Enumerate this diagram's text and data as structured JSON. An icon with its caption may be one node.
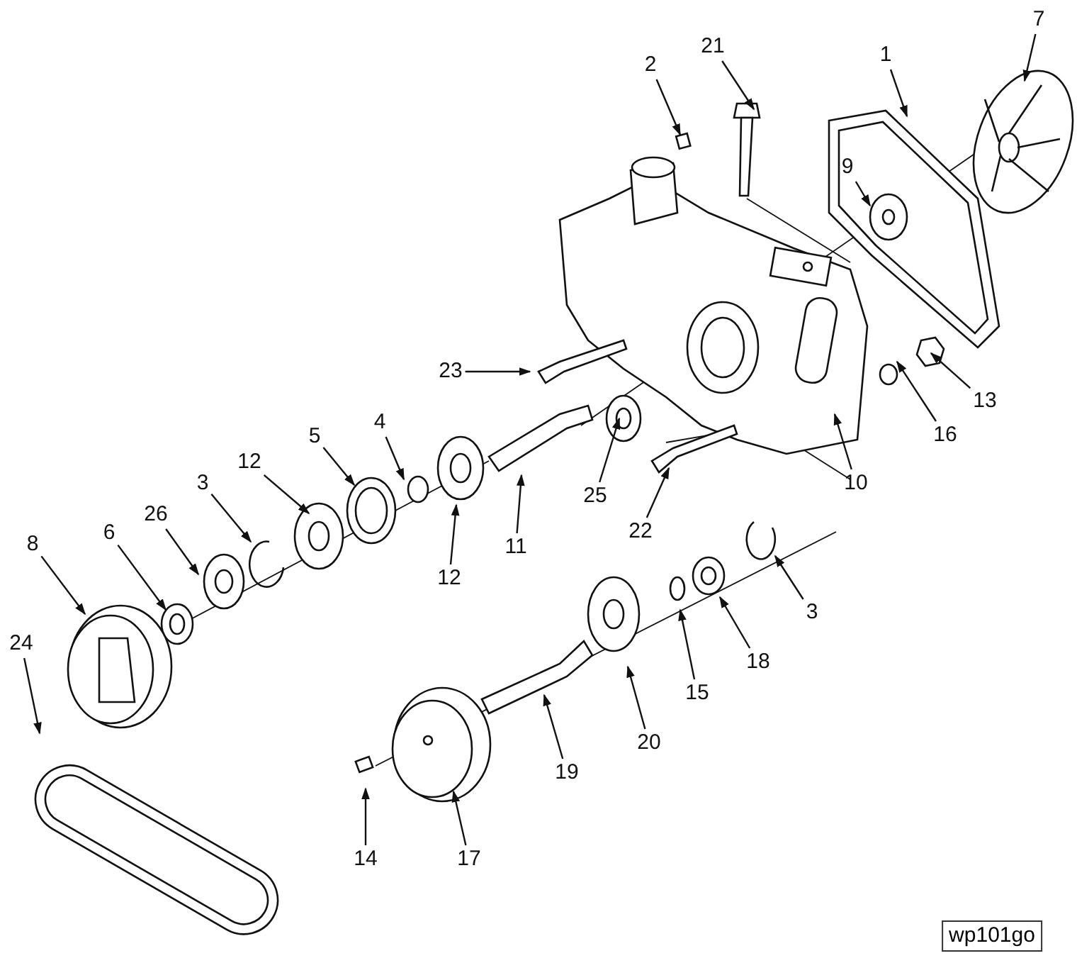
{
  "diagram": {
    "nodes": [
      {
        "text": [
          "7"
        ]
      },
      {
        "text": [
          "21"
        ]
      },
      {
        "text": [
          "1"
        ]
      },
      {
        "text": [
          "2"
        ]
      },
      {
        "text": [
          "9"
        ]
      },
      {
        "text": [
          "23"
        ]
      },
      {
        "text": [
          "13"
        ]
      },
      {
        "text": [
          "4"
        ]
      },
      {
        "text": [
          "16"
        ]
      },
      {
        "text": [
          "5"
        ]
      },
      {
        "text": [
          "12"
        ]
      },
      {
        "text": [
          "10"
        ]
      },
      {
        "text": [
          "3"
        ]
      },
      {
        "text": [
          "25"
        ]
      },
      {
        "text": [
          "22"
        ]
      },
      {
        "text": [
          "26"
        ]
      },
      {
        "text": [
          "6"
        ]
      },
      {
        "text": [
          "8"
        ]
      },
      {
        "text": [
          "11"
        ]
      },
      {
        "text": [
          "12"
        ]
      },
      {
        "text": [
          "3"
        ]
      },
      {
        "text": [
          "24"
        ]
      },
      {
        "text": [
          "18"
        ]
      },
      {
        "text": [
          "15"
        ]
      },
      {
        "text": [
          "20"
        ]
      },
      {
        "text": [
          "19"
        ]
      },
      {
        "text": [
          "14"
        ]
      },
      {
        "text": [
          "17"
        ]
      },
      {
        "text": [
          "wp101go"
        ]
      }
    ],
    "edges": [
      {
        "from": 0,
        "to": null,
        "arrow": "to"
      },
      {
        "from": 1,
        "to": null,
        "arrow": "to"
      },
      {
        "from": 2,
        "to": null,
        "arrow": "to"
      },
      {
        "from": 3,
        "to": null,
        "arrow": "to"
      },
      {
        "from": 4,
        "to": null,
        "arrow": "to"
      },
      {
        "from": 5,
        "to": null,
        "arrow": "to"
      },
      {
        "from": 6,
        "to": null,
        "arrow": "to"
      },
      {
        "from": 7,
        "to": null,
        "arrow": "to"
      },
      {
        "from": 8,
        "to": null,
        "arrow": "to"
      },
      {
        "from": 9,
        "to": null,
        "arrow": "to"
      },
      {
        "from": 10,
        "to": null,
        "arrow": "to"
      },
      {
        "from": 11,
        "to": null,
        "arrow": "to"
      },
      {
        "from": 12,
        "to": null,
        "arrow": "to"
      },
      {
        "from": 13,
        "to": null,
        "arrow": "to"
      },
      {
        "from": 14,
        "to": null,
        "arrow": "to"
      },
      {
        "from": 15,
        "to": null,
        "arrow": "to"
      },
      {
        "from": 16,
        "to": null,
        "arrow": "to"
      },
      {
        "from": 17,
        "to": null,
        "arrow": "to"
      },
      {
        "from": 18,
        "to": null,
        "arrow": "to"
      },
      {
        "from": 19,
        "to": null,
        "arrow": "to"
      },
      {
        "from": 20,
        "to": null,
        "arrow": "to"
      },
      {
        "from": 21,
        "to": null,
        "arrow": "to"
      },
      {
        "from": 22,
        "to": null,
        "arrow": "to"
      },
      {
        "from": 23,
        "to": null,
        "arrow": "to"
      },
      {
        "from": 24,
        "to": null,
        "arrow": "to"
      },
      {
        "from": 25,
        "to": null,
        "arrow": "to"
      },
      {
        "from": 26,
        "to": null,
        "arrow": "to"
      },
      {
        "from": 27,
        "to": null,
        "arrow": "to"
      }
    ]
  }
}
